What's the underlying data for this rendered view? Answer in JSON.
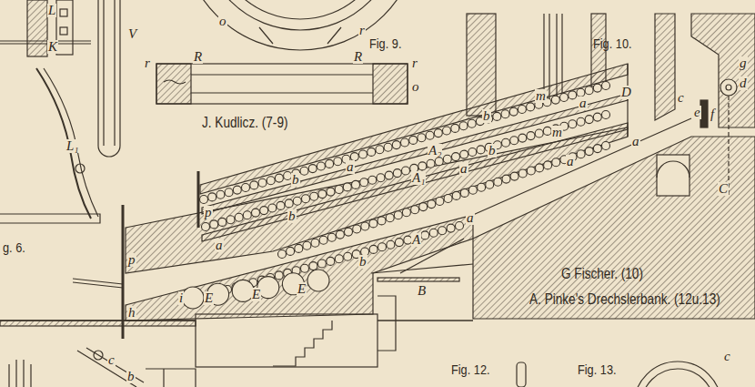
{
  "diagram": {
    "labels": [
      "Fig. 9.",
      "J. Kudlicz. (7-9)",
      "Fig. 10.",
      "G Fischer. (10)",
      "A. Pinke's Drechslerbank. (12u.13)",
      "g. 6.",
      "Fig. 12.",
      "Fig. 13.",
      "L",
      "K",
      "V",
      "L₁",
      "o",
      "r",
      "r",
      "R",
      "R",
      "r",
      "o",
      "D",
      "m",
      "a",
      "b",
      "A₂",
      "a",
      "b",
      "p",
      "m",
      "b",
      "a",
      "A₁",
      "b",
      "a",
      "a",
      "a",
      "A",
      "a",
      "b",
      "p",
      "h",
      "i",
      "E",
      "E",
      "E",
      "B",
      "c",
      "e",
      "f",
      "g",
      "d",
      "C",
      "c",
      "b",
      "c"
    ]
  }
}
